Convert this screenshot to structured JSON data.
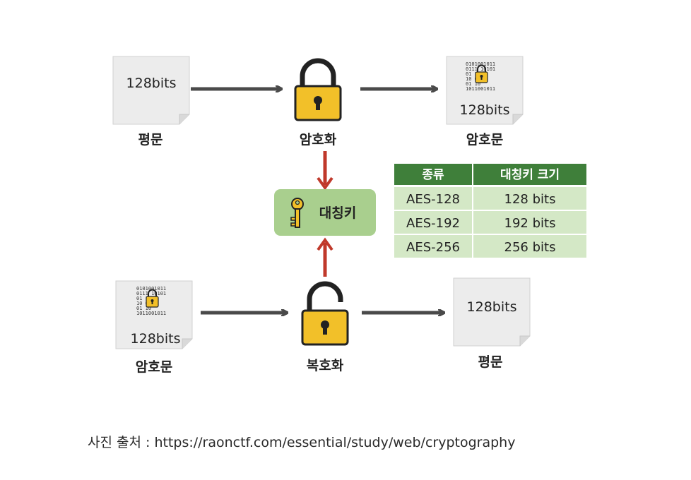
{
  "top_row": {
    "plaintext_doc_text": "128bits",
    "plaintext_label": "평문",
    "encrypt_label": "암호화",
    "ciphertext_doc_text": "128bits",
    "ciphertext_label": "암호문"
  },
  "key": {
    "label": "대칭키"
  },
  "bottom_row": {
    "ciphertext_doc_text": "128bits",
    "ciphertext_label": "암호문",
    "decrypt_label": "복호화",
    "plaintext_doc_text": "128bits",
    "plaintext_label": "평문"
  },
  "table": {
    "headers": [
      "종류",
      "대칭키 크기"
    ],
    "rows": [
      [
        "AES-128",
        "128 bits"
      ],
      [
        "AES-192",
        "192 bits"
      ],
      [
        "AES-256",
        "256 bits"
      ]
    ]
  },
  "caption": "사진 출처 : https://raonctf.com/essential/study/web/cryptography",
  "colors": {
    "arrow_gray": "#4a4a4a",
    "arrow_red": "#c0392b",
    "lock_body": "#f2c029",
    "key_box": "#a9cf8e",
    "table_header": "#3f7f3a",
    "table_row": "#d4e8c6",
    "doc_fill": "#ececec"
  },
  "icons": [
    "document-icon",
    "padlock-closed-icon",
    "padlock-open-icon",
    "key-icon",
    "binary-lock-icon"
  ]
}
